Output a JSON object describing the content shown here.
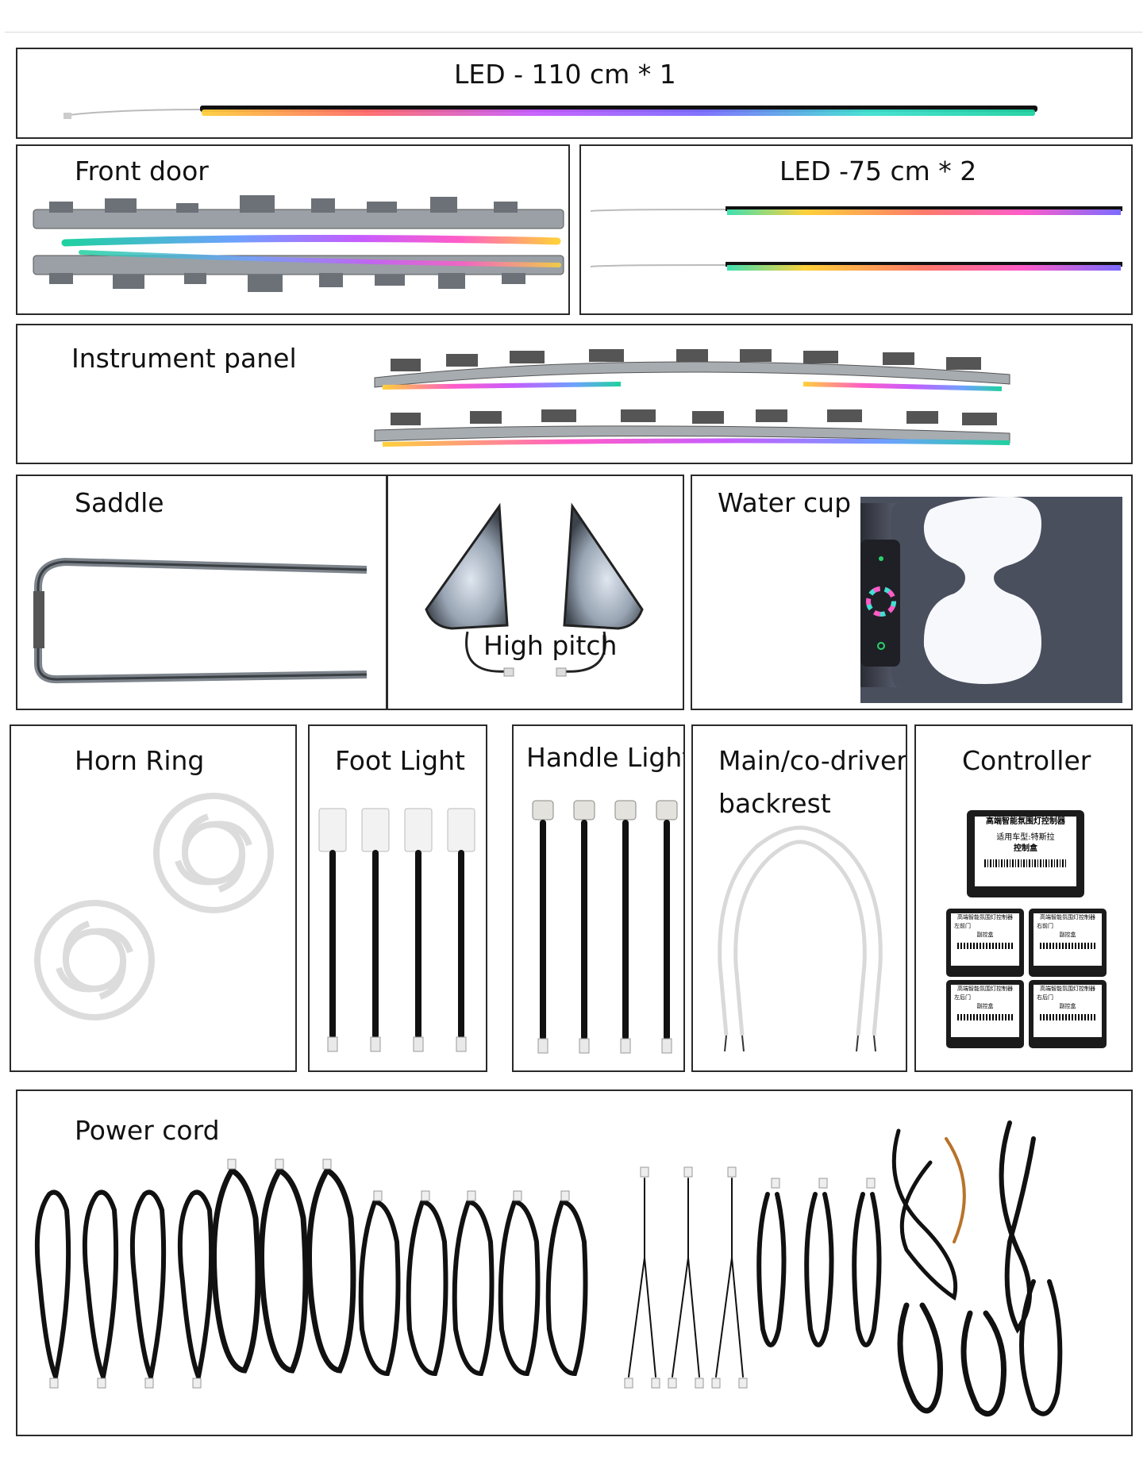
{
  "panels": {
    "led_110": {
      "label": "LED - 110 cm * 1"
    },
    "front_door": {
      "label": "Front door"
    },
    "led_75": {
      "label": "LED -75 cm * 2"
    },
    "instrument_panel": {
      "label": "Instrument panel"
    },
    "saddle": {
      "label": "Saddle"
    },
    "high_pitch": {
      "label": "High pitch"
    },
    "water_cup": {
      "label": "Water cup"
    },
    "horn_ring": {
      "label": "Horn Ring"
    },
    "foot_light": {
      "label": "Foot Light"
    },
    "handle_light": {
      "label": "Handle Light"
    },
    "backrest": {
      "label_line1": "Main/co-driver",
      "label_line2": "backrest"
    },
    "controller": {
      "label": "Controller",
      "main_box": {
        "line1": "高端智能氛围灯控制器",
        "line2": "适用车型:特斯拉",
        "line3": "控制盒"
      },
      "small_boxes": [
        {
          "line1": "高端智能氛围灯控制器",
          "line2": "左前门",
          "line3": "副控盒"
        },
        {
          "line1": "高端智能氛围灯控制器",
          "line2": "右前门",
          "line3": "副控盒"
        },
        {
          "line1": "高端智能氛围灯控制器",
          "line2": "左后门",
          "line3": "副控盒"
        },
        {
          "line1": "高端智能氛围灯控制器",
          "line2": "右后门",
          "line3": "副控盒"
        }
      ]
    },
    "power_cord": {
      "label": "Power cord"
    }
  },
  "colors": {
    "border": "#2a2a2a",
    "rainbow": [
      "#1fd1a0",
      "#3fe0d0",
      "#7b6cff",
      "#c65cff",
      "#ff5cc8",
      "#ff7a6a",
      "#ffd03a"
    ],
    "chrome": "#8f959c",
    "cable": "#111111",
    "ring": "#dedede"
  }
}
